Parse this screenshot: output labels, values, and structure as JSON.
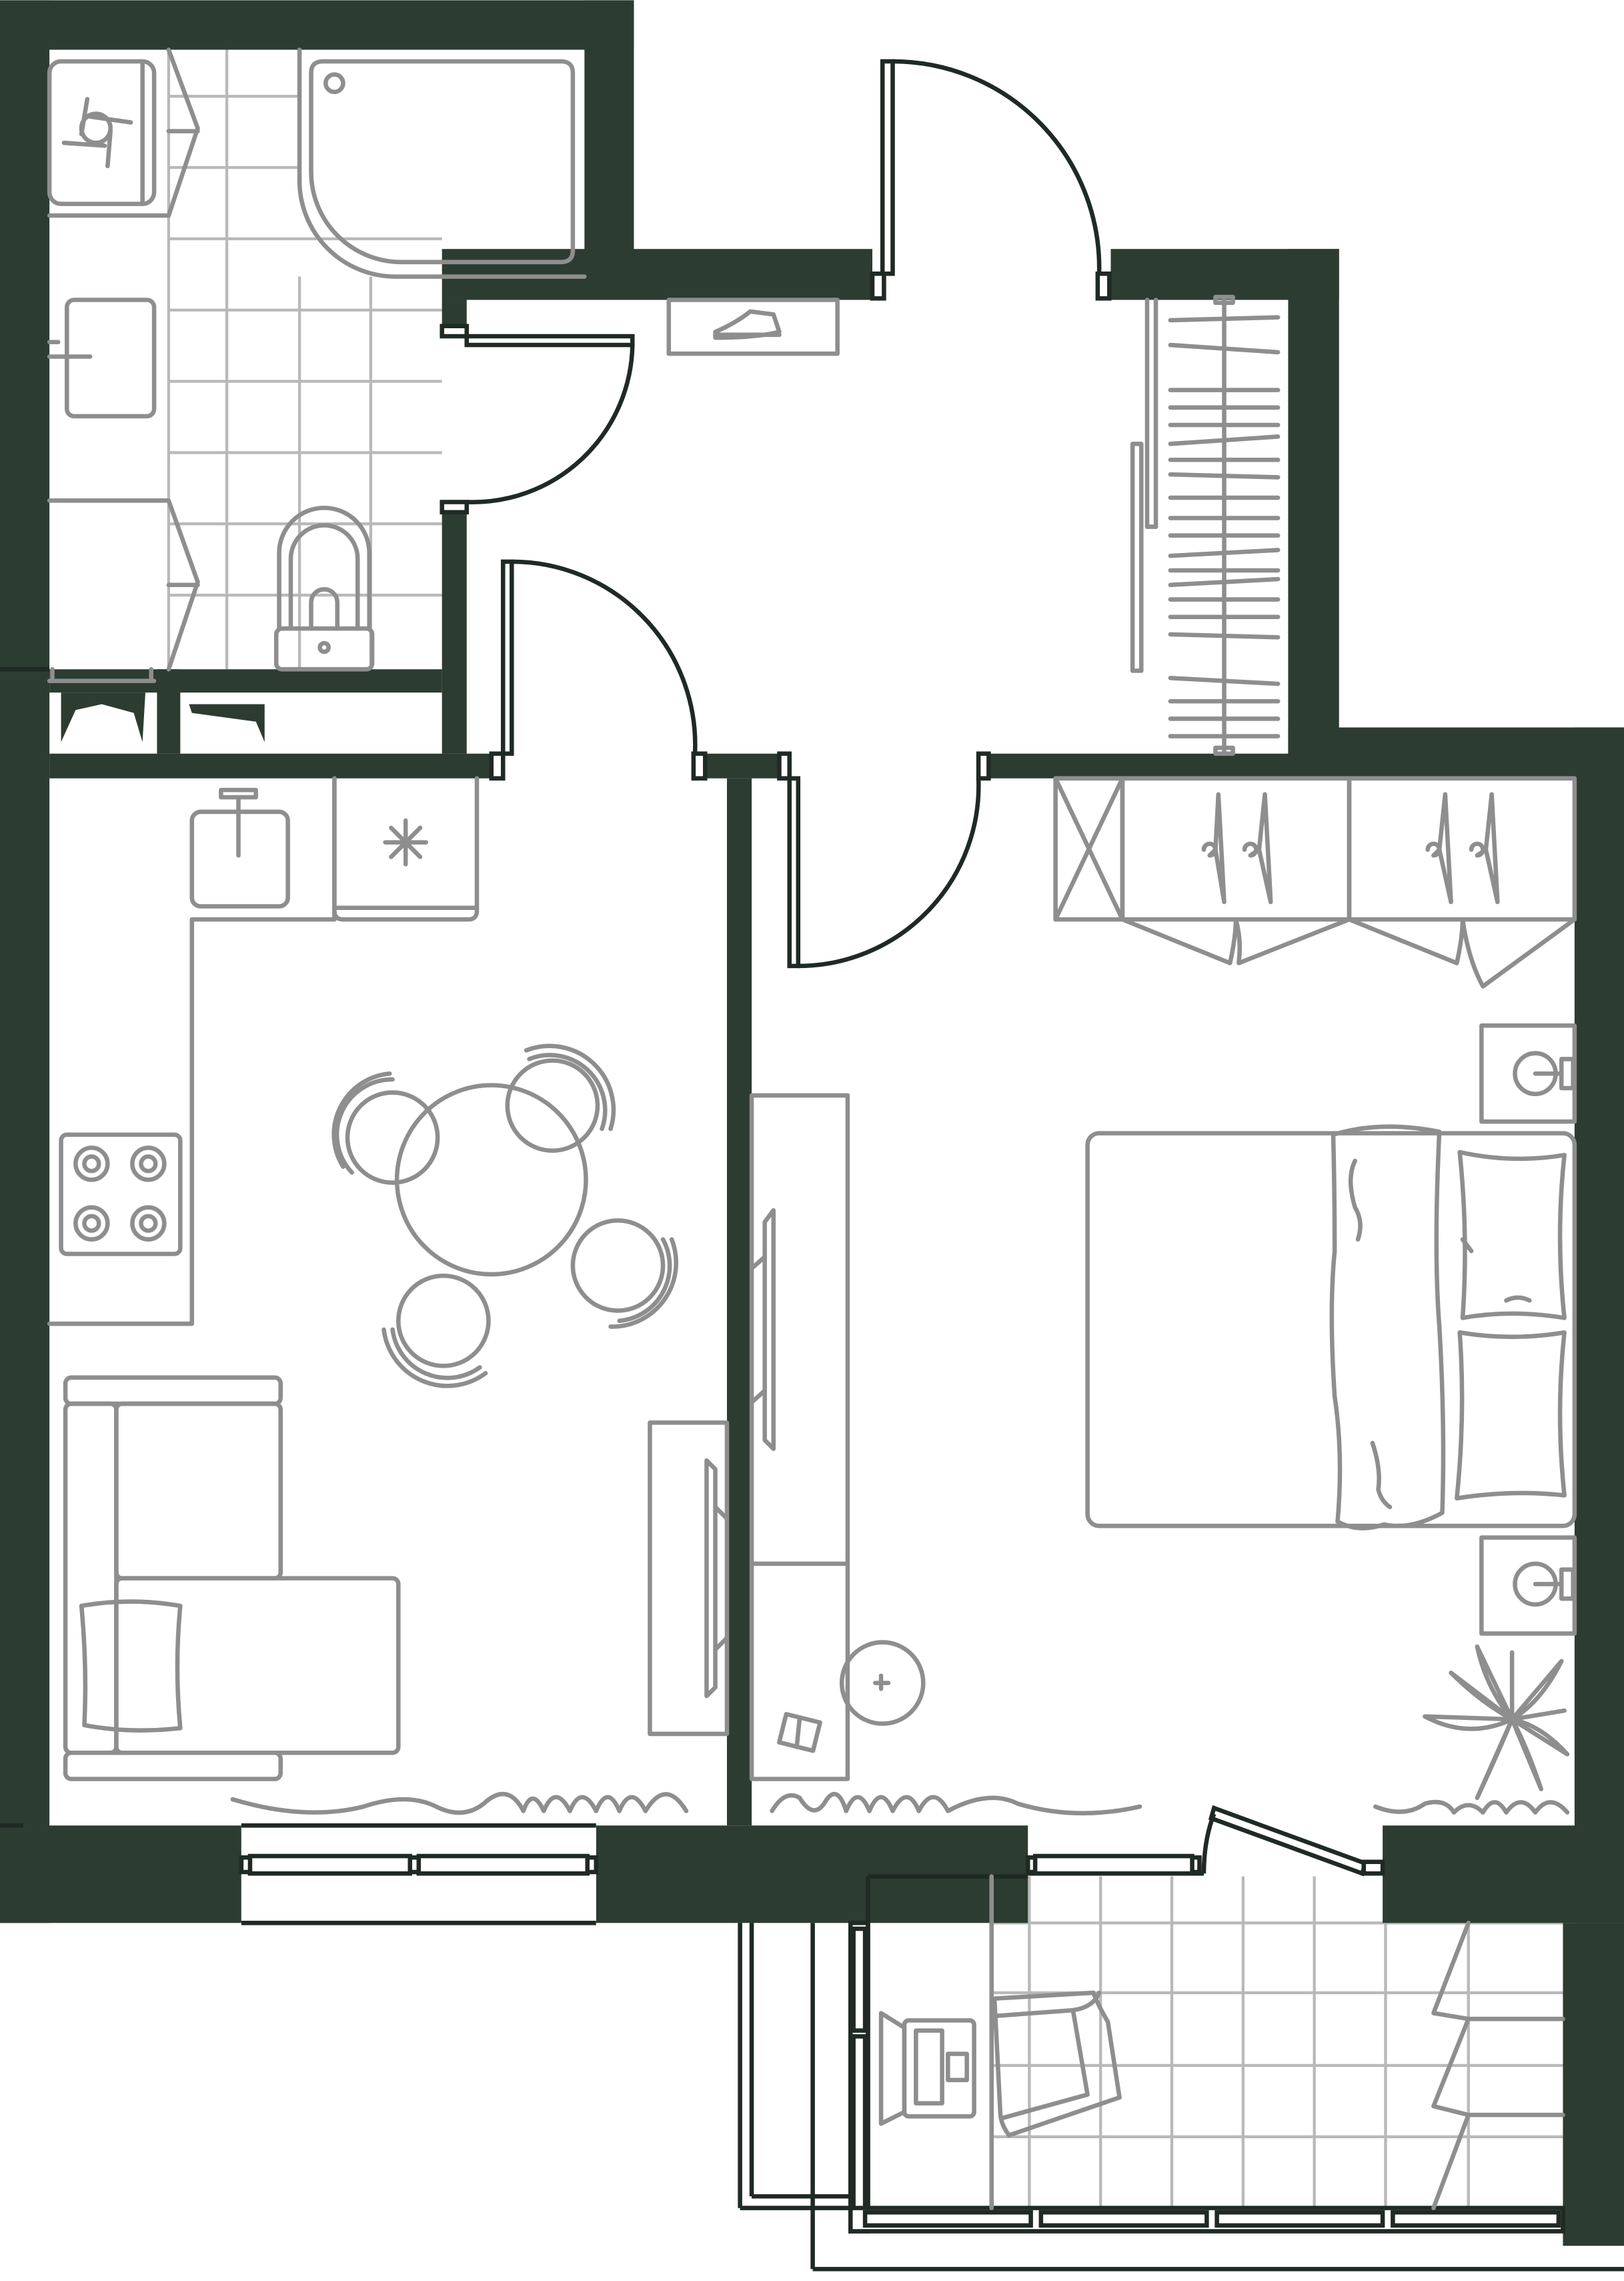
{
  "plan": {
    "type": "apartment floor plan",
    "rooms": [
      "bathroom",
      "hallway",
      "wardrobe",
      "kitchen-living",
      "bedroom",
      "loggia"
    ],
    "colors": {
      "wall": "#2c3c31",
      "furniture": "#8e8e8e",
      "grid": "#b9b9b9",
      "door": "#1f2a24"
    },
    "labels": []
  }
}
